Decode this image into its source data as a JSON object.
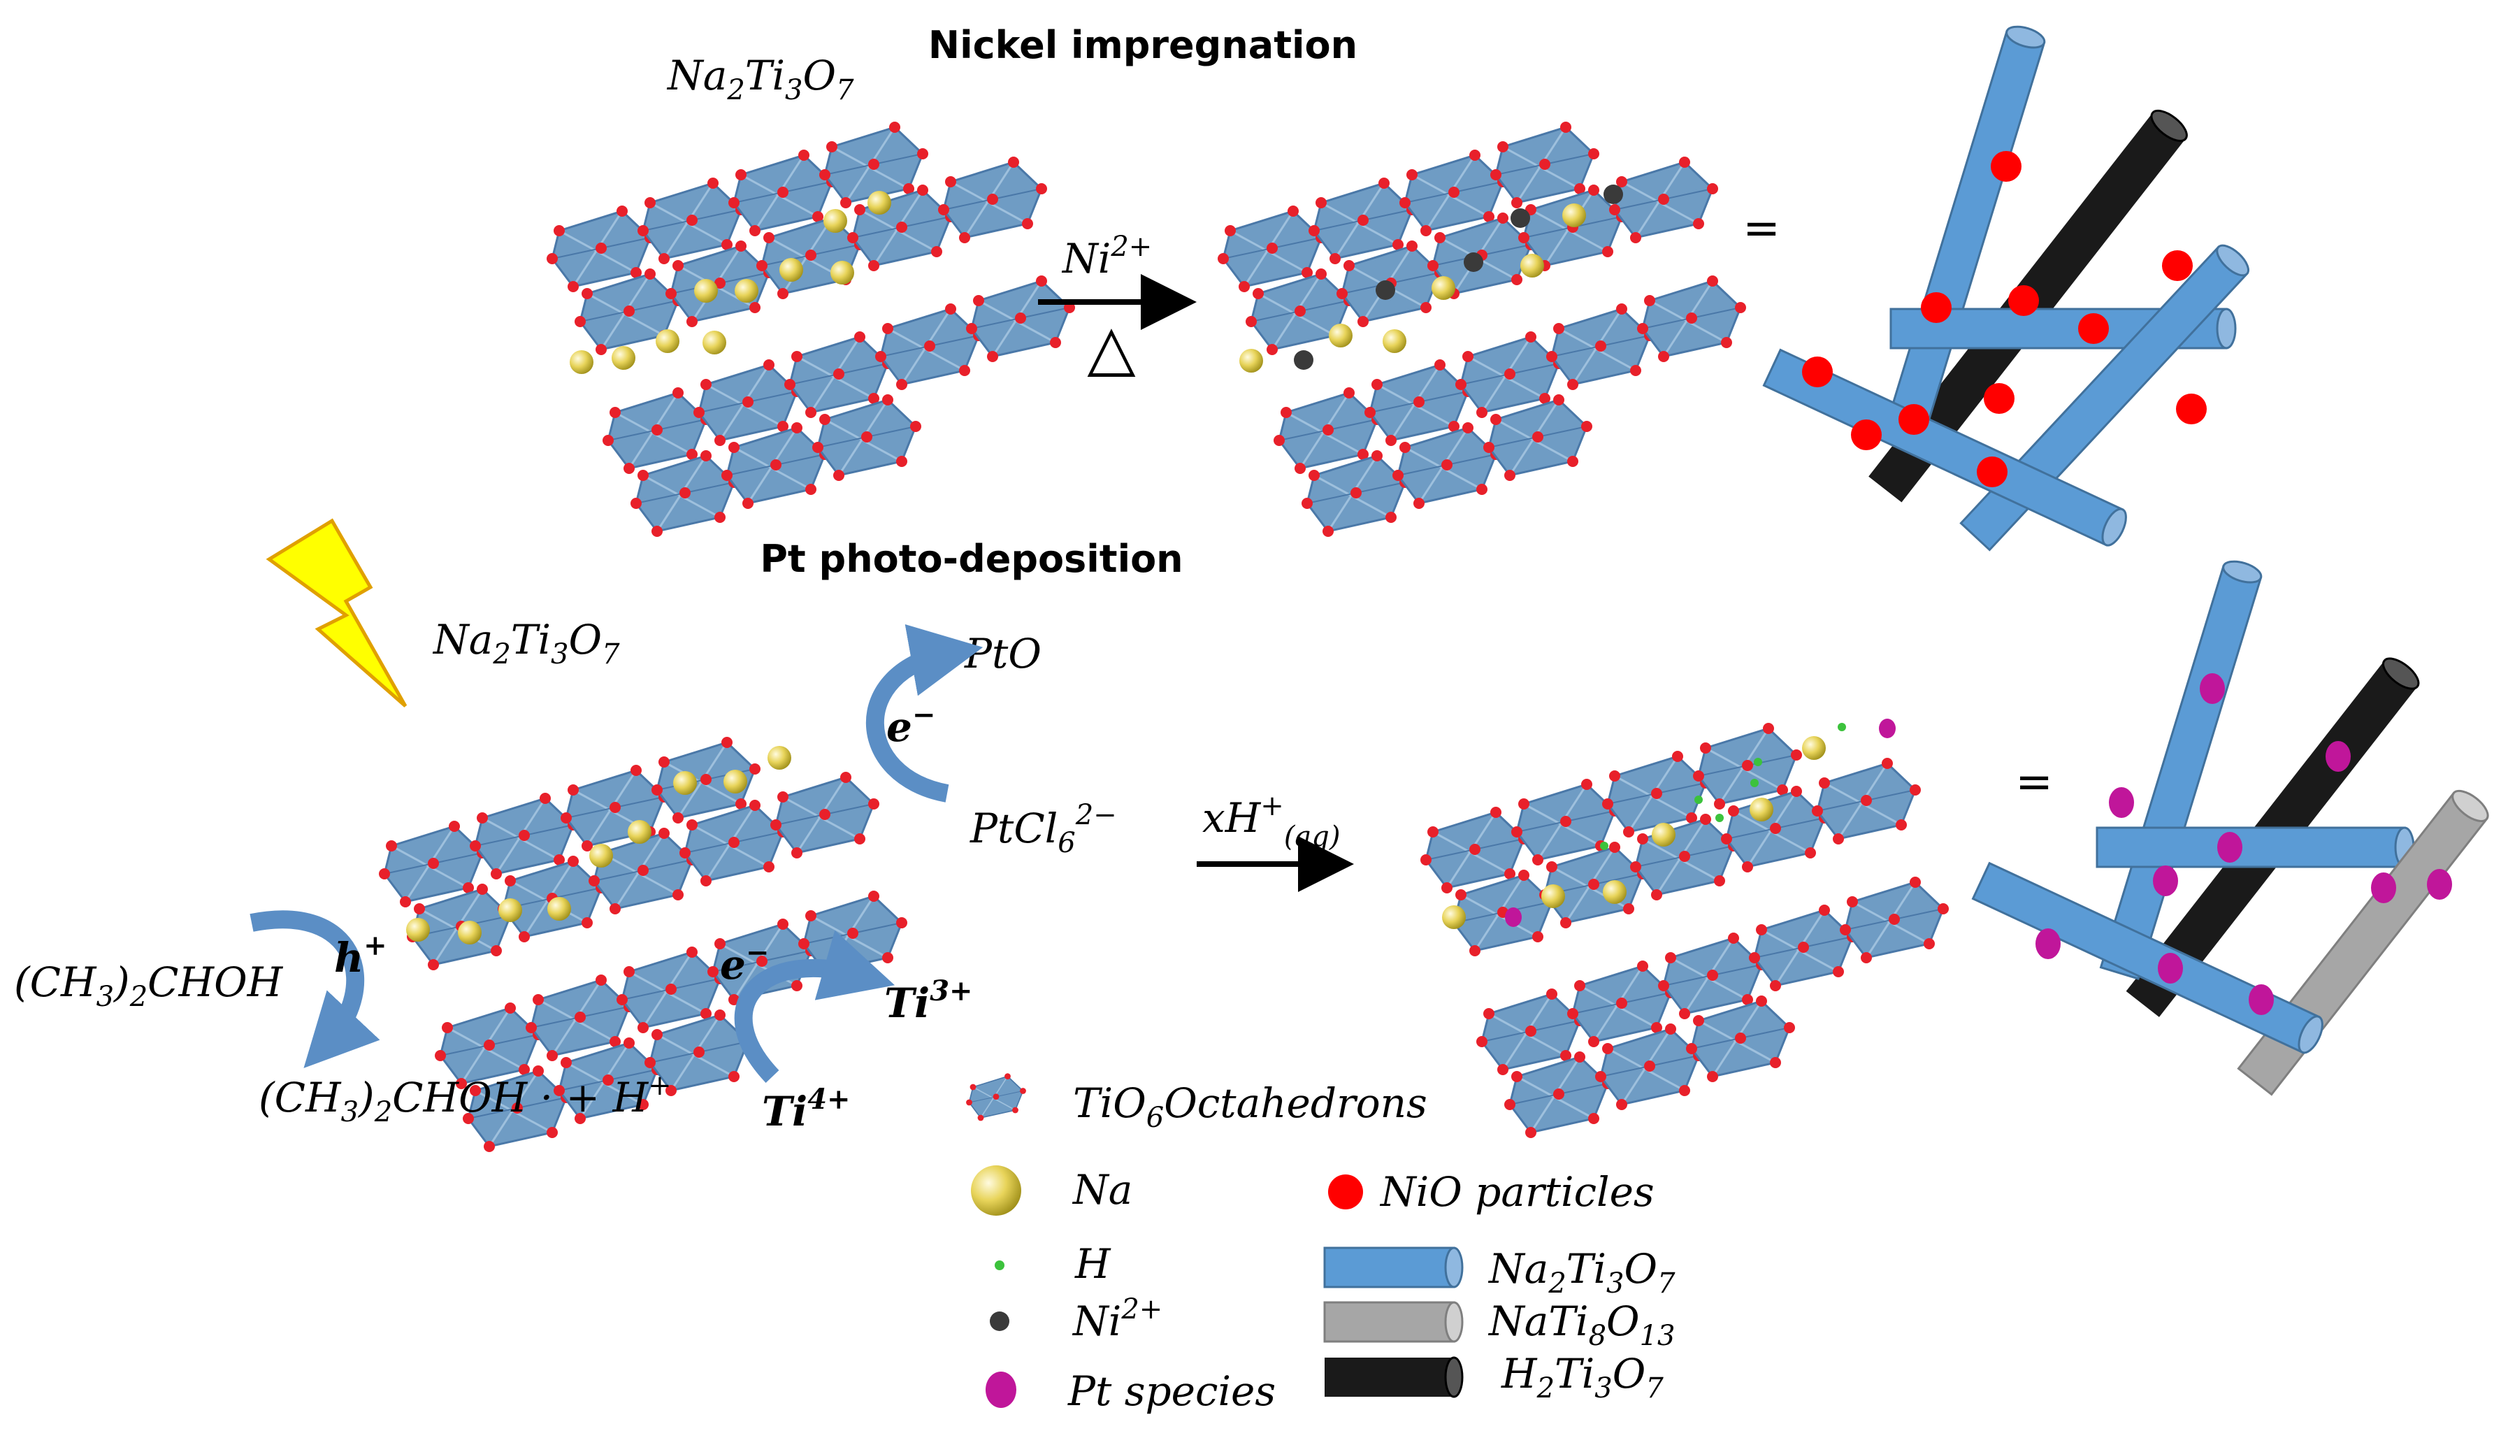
{
  "titles": {
    "nickel": "Nickel impregnation",
    "pt": "Pt photo-deposition"
  },
  "formulas": {
    "na2ti3o7_top": {
      "a": "Na",
      "s1": "2",
      "b": "Ti",
      "s2": "3",
      "c": "O",
      "s3": "7"
    },
    "na2ti3o7_mid": {
      "a": "Na",
      "s1": "2",
      "b": "Ti",
      "s2": "3",
      "c": "O",
      "s3": "7"
    },
    "ni2plus_arrow": {
      "base": "Ni",
      "sup": "2+"
    },
    "delta": "△",
    "equals_top": "=",
    "equals_bottom": "=",
    "pto": "PtO",
    "e_minus_top": {
      "base": "e",
      "sup": "−"
    },
    "ptcl6": {
      "base": "PtCl",
      "sub": "6",
      "sup": "2−"
    },
    "xh_aq": {
      "base": "xH",
      "sup": "+",
      "sub": "(aq)"
    },
    "h_plus": {
      "base": "h",
      "sup": "+"
    },
    "isopropanol": {
      "a": "(CH",
      "s1": "3",
      "b": ")",
      "s2": "2",
      "c": "CHOH"
    },
    "isopropanol_radical": {
      "a": "(CH",
      "s1": "3",
      "b": ")",
      "s2": "2",
      "c": "CHOH ·  + H",
      "sup": "+"
    },
    "e_minus_bottom": {
      "base": "e",
      "sup": "−"
    },
    "ti3plus": {
      "base": "Ti",
      "sup": "3+"
    },
    "ti4plus": {
      "base": "Ti",
      "sup": "4+"
    }
  },
  "legend": {
    "octahedron": {
      "a": "TiO",
      "sub": "6",
      "b": "Octahedrons"
    },
    "na": "Na",
    "h": "H",
    "ni2": {
      "base": "Ni",
      "sup": "2+"
    },
    "pt": "Pt species",
    "nio": "NiO particles",
    "rod_na2ti3o7": {
      "a": "Na",
      "s1": "2",
      "b": "Ti",
      "s2": "3",
      "c": "O",
      "s3": "7"
    },
    "rod_nati8o13": {
      "a": "NaTi",
      "s1": "8",
      "b": "O",
      "s2": "13"
    },
    "rod_h2ti3o7": {
      "a": "H",
      "s1": "2",
      "b": "Ti",
      "s2": "3",
      "c": "O",
      "s3": "7"
    }
  },
  "colors": {
    "octahedron": "#6f9cc4",
    "oxygen": "#e8202a",
    "sodium": "#e8d45a",
    "hydrogen": "#3cc23c",
    "nickel": "#3a3a3a",
    "platinum": "#c0169a",
    "nio": "#ff0000",
    "rod_blue": "#5b9bd5",
    "rod_gray": "#a6a6a6",
    "rod_black": "#1a1a1a",
    "arrow_curve": "#5b8ec5",
    "lightning": "#ffff00"
  }
}
